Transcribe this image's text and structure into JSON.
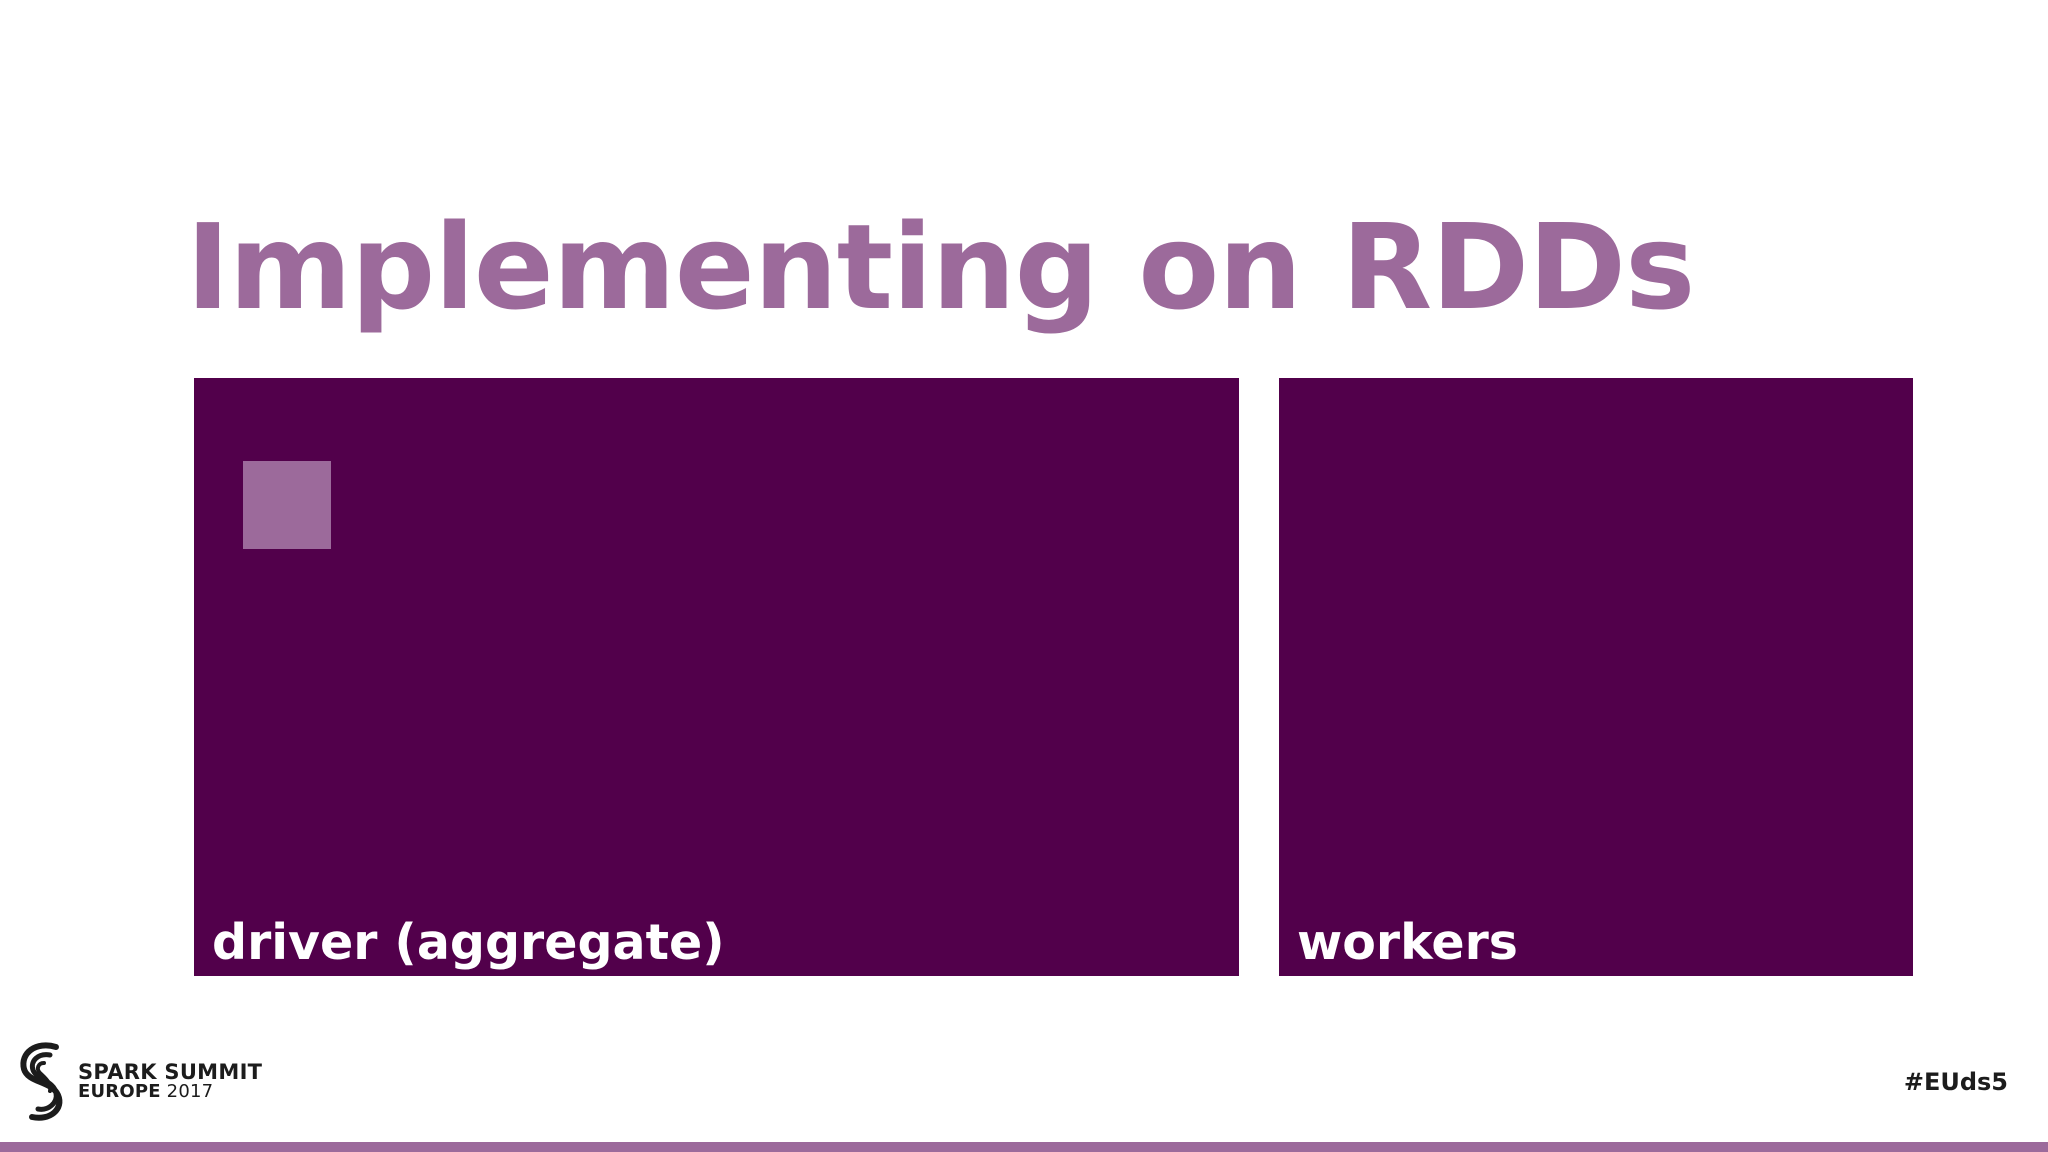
{
  "slide": {
    "title": "Implementing on RDDs",
    "panels": [
      {
        "label": "driver (aggregate)"
      },
      {
        "label": "workers"
      }
    ]
  },
  "footer": {
    "logo": {
      "icon": "spark-summit-logo-icon",
      "line_1": "SPARK SUMMIT",
      "line_2_bold": "EUROPE",
      "line_2_rest": " 2017"
    },
    "hashtag": "#EUds5"
  },
  "colors": {
    "accent": "#9c6a9b",
    "panel": "#52004b",
    "background": "#ffffff",
    "text_dark": "#1c1c1c"
  }
}
